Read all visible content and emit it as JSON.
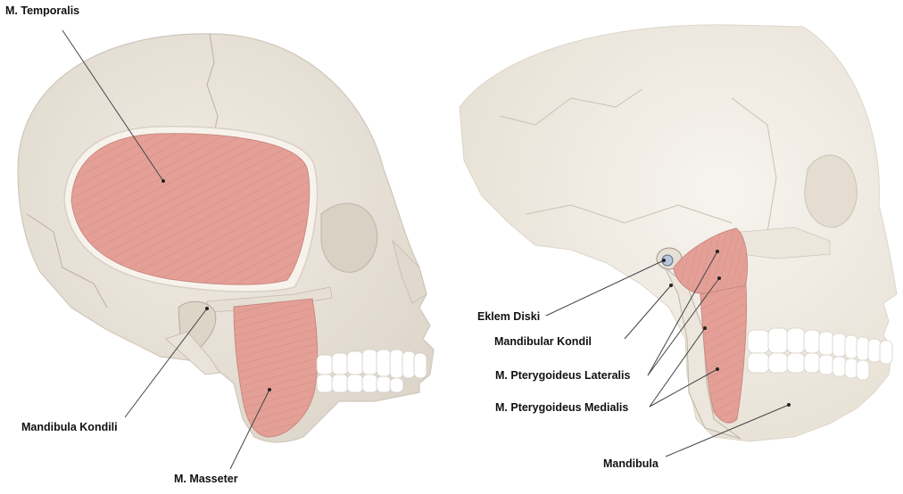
{
  "left_figure": {
    "labels": {
      "temporalis": "M. Temporalis",
      "condyle": "Mandibula Kondili",
      "masseter": "M. Masseter"
    }
  },
  "right_figure": {
    "labels": {
      "disc": "Eklem Diski",
      "condyle": "Mandibular Kondil",
      "lateral_pterygoid": "M. Pterygoideus Lateralis",
      "medial_pterygoid": "M. Pterygoideus Medialis",
      "mandible": "Mandibula"
    }
  },
  "colors": {
    "bone": "#ebe5dc",
    "bone_outline": "#cfc7bb",
    "muscle": "#e4a097",
    "muscle_fiber": "#c97d74",
    "teeth": "#ffffff",
    "label_text": "#111111",
    "leader_line": "#555555"
  }
}
